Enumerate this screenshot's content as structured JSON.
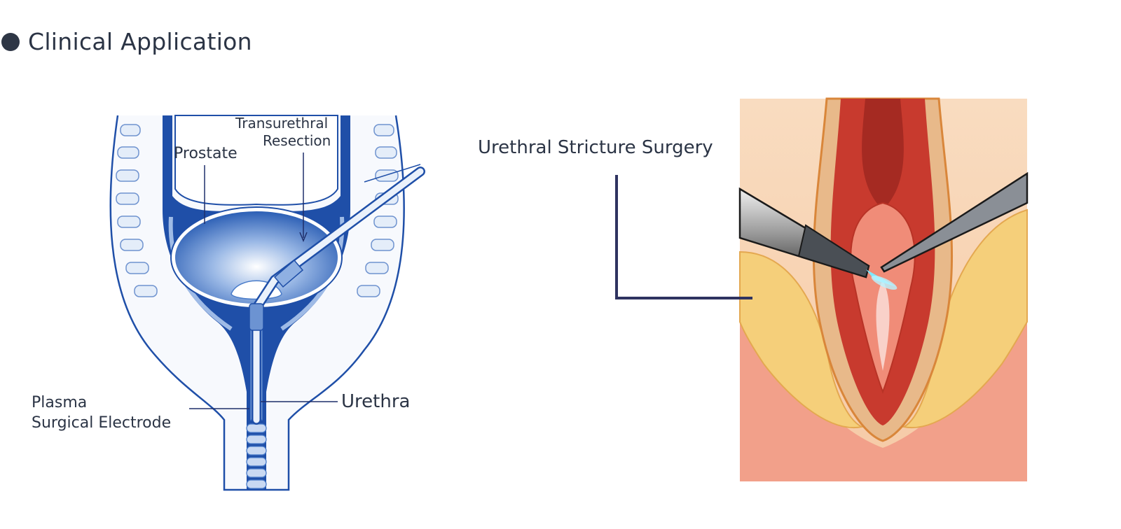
{
  "header": {
    "title": "Clinical Application",
    "bullet_icon": "filled-circle-icon",
    "bullet_color": "#2e3645"
  },
  "left_diagram": {
    "labels": {
      "prostate": "Prostate",
      "transurethral_line1": "Transurethral",
      "transurethral_line2": "Resection",
      "plasma_line1": "Plasma",
      "plasma_line2": "Surgical Electrode",
      "urethra": "Urethra"
    },
    "colors": {
      "deep_blue": "#1f4fa8",
      "mid_blue": "#4a7cc9",
      "light_blue": "#dbe7f7"
    }
  },
  "right_diagram": {
    "label": "Urethral Stricture Surgery",
    "colors": {
      "skin": "#f7d4b0",
      "fat": "#f5cf7a",
      "tissue": "#f2a08a",
      "muscle": "#c83a2e",
      "leader": "#2f3360"
    }
  }
}
